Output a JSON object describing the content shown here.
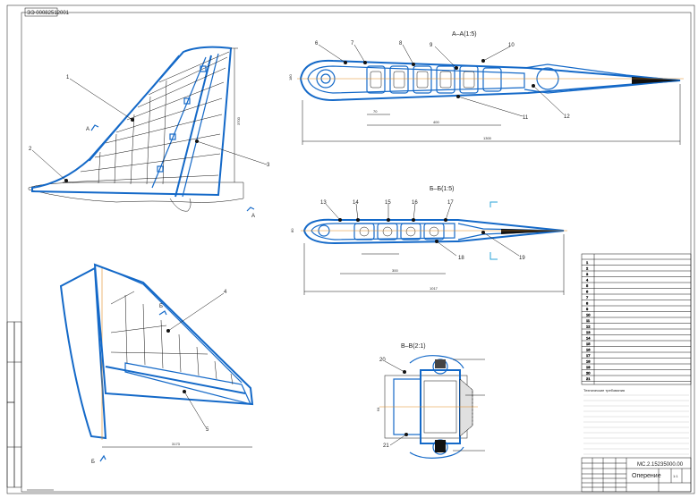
{
  "stamp": "ЭЭ 00082512001",
  "sections": {
    "aa": "А–А(1:5)",
    "bb": "Б–Б(1:5)",
    "vv": "В–В(2:1)"
  },
  "view_labels": {
    "a": "А",
    "b": "Б"
  },
  "callouts": [
    "1",
    "2",
    "3",
    "4",
    "5",
    "6",
    "7",
    "8",
    "9",
    "10",
    "11",
    "12",
    "13",
    "14",
    "15",
    "16",
    "17",
    "18",
    "19",
    "20",
    "21"
  ],
  "spec_rows": [
    "",
    "",
    "",
    "",
    "",
    "",
    "",
    "",
    "",
    "",
    "",
    "",
    "",
    "",
    "",
    "",
    "",
    "",
    "",
    "",
    ""
  ],
  "notes_header": "Технические требования",
  "notes": [
    "",
    "",
    "",
    "",
    "",
    "",
    "",
    "",
    "",
    "",
    "",
    ""
  ],
  "title_block": {
    "doc_number": "МС.2.15235000.00",
    "name": "Оперение",
    "scale": "1:1",
    "sheet": ""
  },
  "colors": {
    "structure": "#1469c8",
    "accent": "#2aa3d8",
    "line": "#111111"
  }
}
